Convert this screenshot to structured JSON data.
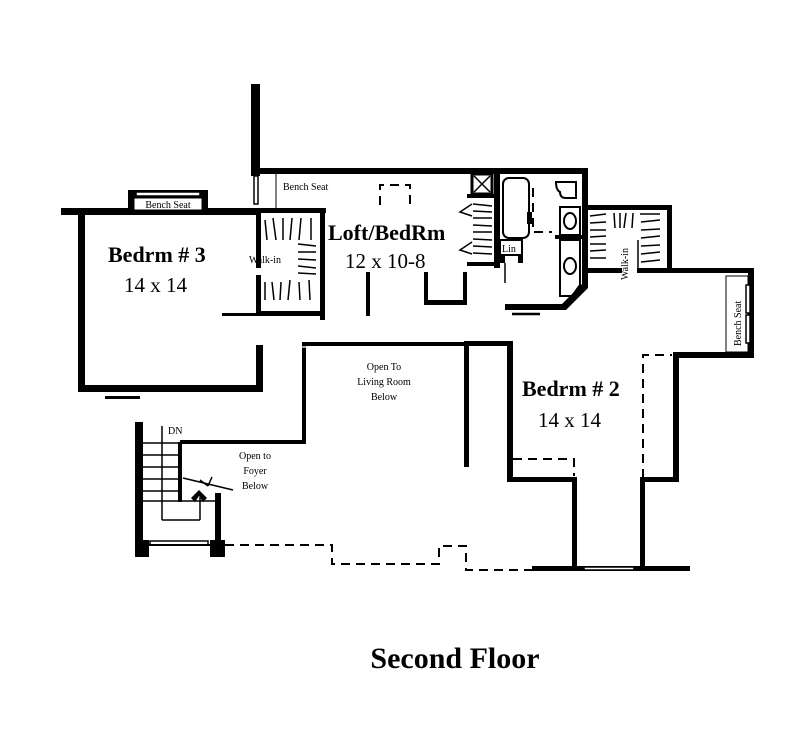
{
  "title": "Second Floor",
  "rooms": [
    {
      "id": "bedrm3",
      "name": "Bedrm # 3",
      "size": "14 x 14"
    },
    {
      "id": "loft",
      "name": "Loft/BedRm",
      "size": "12 x 10-8"
    },
    {
      "id": "bedrm2",
      "name": "Bedrm # 2",
      "size": "14 x 14"
    }
  ],
  "labels": {
    "bench_seat_bedrm3": "Bench Seat",
    "bench_seat_loft": "Bench Seat",
    "bench_seat_bedrm2": "Bench Seat",
    "walkin_bedrm3": "Walk-in",
    "walkin_bedrm2": "Walk-in",
    "linen": "Lin",
    "stairs_down": "DN",
    "open_living": [
      "Open To",
      "Living Room",
      "Below"
    ],
    "open_foyer": [
      "Open to",
      "Foyer",
      "Below"
    ]
  },
  "colors": {
    "wall": "#000000",
    "background": "#ffffff"
  }
}
